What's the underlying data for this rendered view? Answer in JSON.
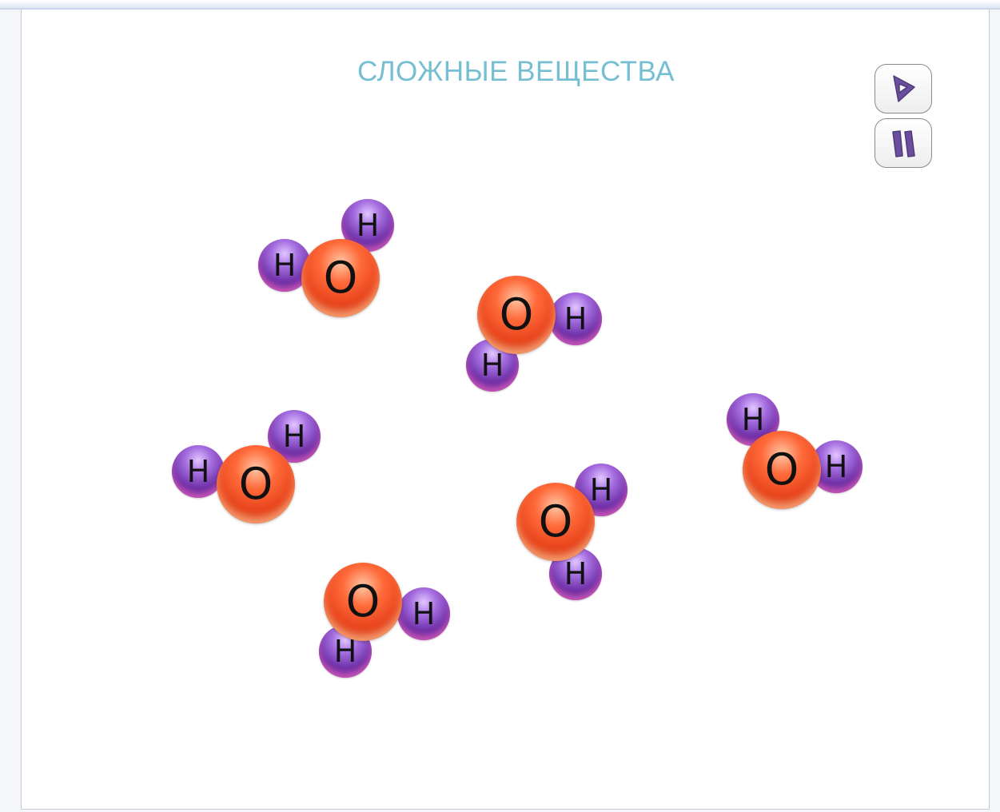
{
  "title": "СЛОЖНЫЕ ВЕЩЕСТВА",
  "controls": {
    "play_icon": "play-icon",
    "pause_icon": "pause-icon",
    "icon_color": "#6b4f9e"
  },
  "atoms": {
    "hydrogen_symbol": "H",
    "oxygen_symbol": "O",
    "hydrogen_color": "#6d2fa6",
    "oxygen_color": "#e8431b"
  },
  "molecule_count": 6
}
